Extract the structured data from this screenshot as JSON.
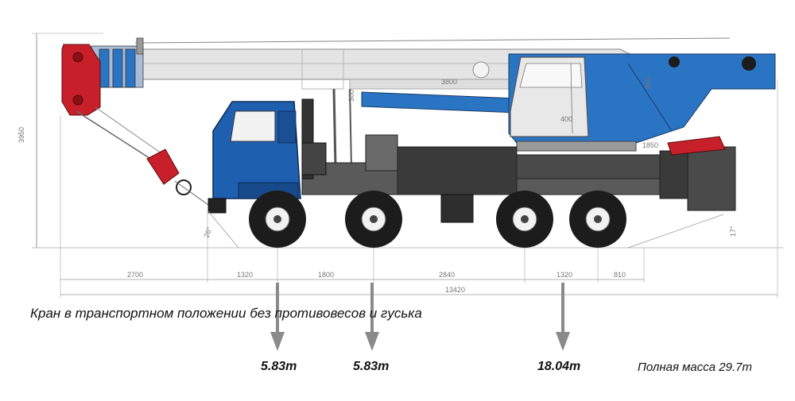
{
  "caption": "Кран в транспортном положении без противовесов и гуська",
  "axle_loads": {
    "front_1": "5.83т",
    "front_2": "5.83т",
    "rear": "18.04т"
  },
  "total_mass": "Полная масса 29.7т",
  "dimensions": {
    "height": "3950",
    "boom_section": "3800",
    "small_height": "300",
    "cab_width": "400",
    "rotary_height": "910",
    "rear_offset": "1850",
    "front_overhang": "2700",
    "wheelbase_1": "1320",
    "wheelbase_2": "1800",
    "wheelbase_3": "2840",
    "wheelbase_4": "1320",
    "rear_overhang": "810",
    "total_length": "13420",
    "approach_angle": "26°",
    "departure_angle": "17°"
  },
  "colors": {
    "cab_blue": "#1f5fb0",
    "boom_blue": "#2a74c4",
    "hook_red": "#c8202a",
    "boom_grey": "#e4e4e4",
    "chassis_dark": "#3a3a3a"
  }
}
